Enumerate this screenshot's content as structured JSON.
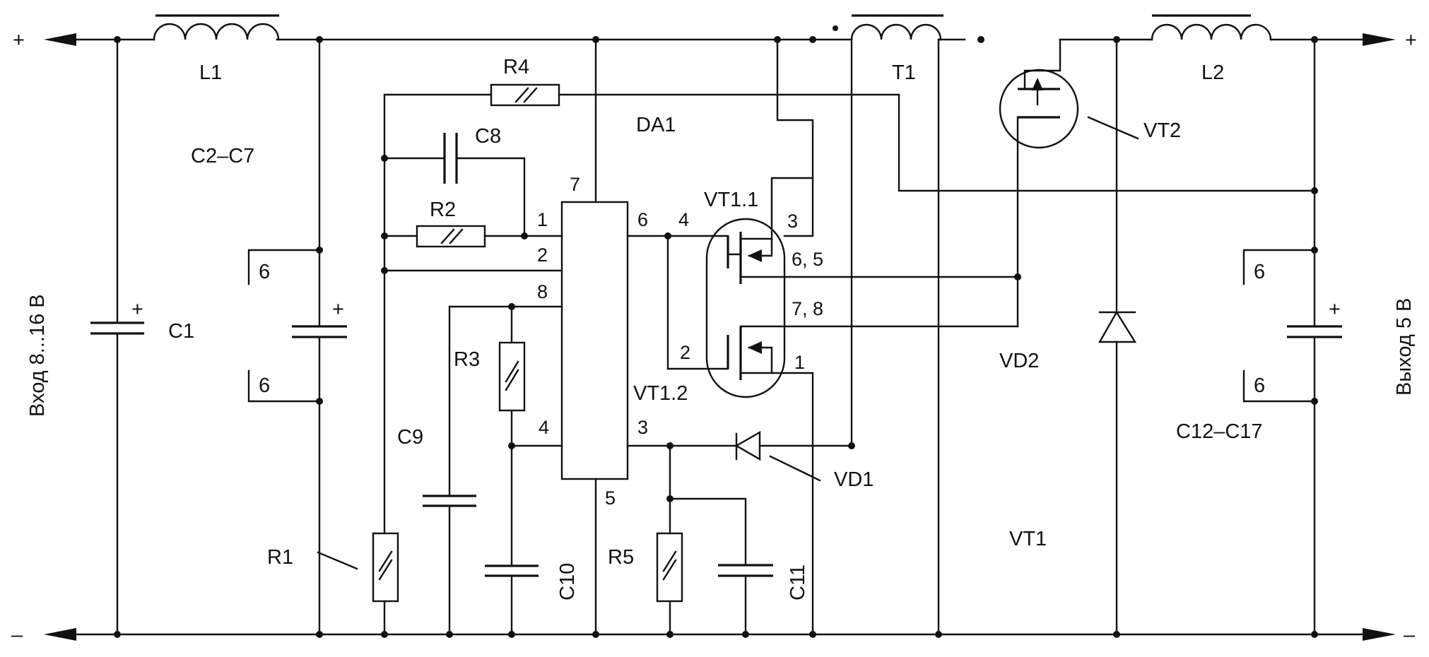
{
  "rails": {
    "plus_left": "+",
    "plus_right": "+",
    "minus_left": "–",
    "minus_right": "–"
  },
  "input_label": "Вход 8...16 В",
  "output_label": "Выход 5 В",
  "components": {
    "L1": "L1",
    "L2": "L2",
    "T1": "T1",
    "C1": "C1",
    "C2_C7": "C2–C7",
    "C8": "C8",
    "C9": "C9",
    "C10": "C10",
    "C11": "C11",
    "C12_C17": "C12–C17",
    "R1": "R1",
    "R2": "R2",
    "R3": "R3",
    "R4": "R4",
    "R5": "R5",
    "DA1": "DA1",
    "VT1_1": "VT1.1",
    "VT1_2": "VT1.2",
    "VT1": "VT1",
    "VT2": "VT2",
    "VD1": "VD1",
    "VD2": "VD2"
  },
  "pins": {
    "da1_1": "1",
    "da1_2": "2",
    "da1_8": "8",
    "da1_4": "4",
    "da1_7": "7",
    "da1_6": "6",
    "da1_3": "3",
    "da1_5": "5",
    "vt_4": "4",
    "vt_3": "3",
    "vt_65": "6, 5",
    "vt_78": "7, 8",
    "vt_2": "2",
    "vt_1": "1"
  },
  "multipliers": {
    "c27_top": "6",
    "c27_bottom": "6",
    "c1217_top": "6",
    "c1217_bottom": "6"
  },
  "polarity": {
    "c1": "+",
    "c27": "+",
    "c1217": "+"
  }
}
